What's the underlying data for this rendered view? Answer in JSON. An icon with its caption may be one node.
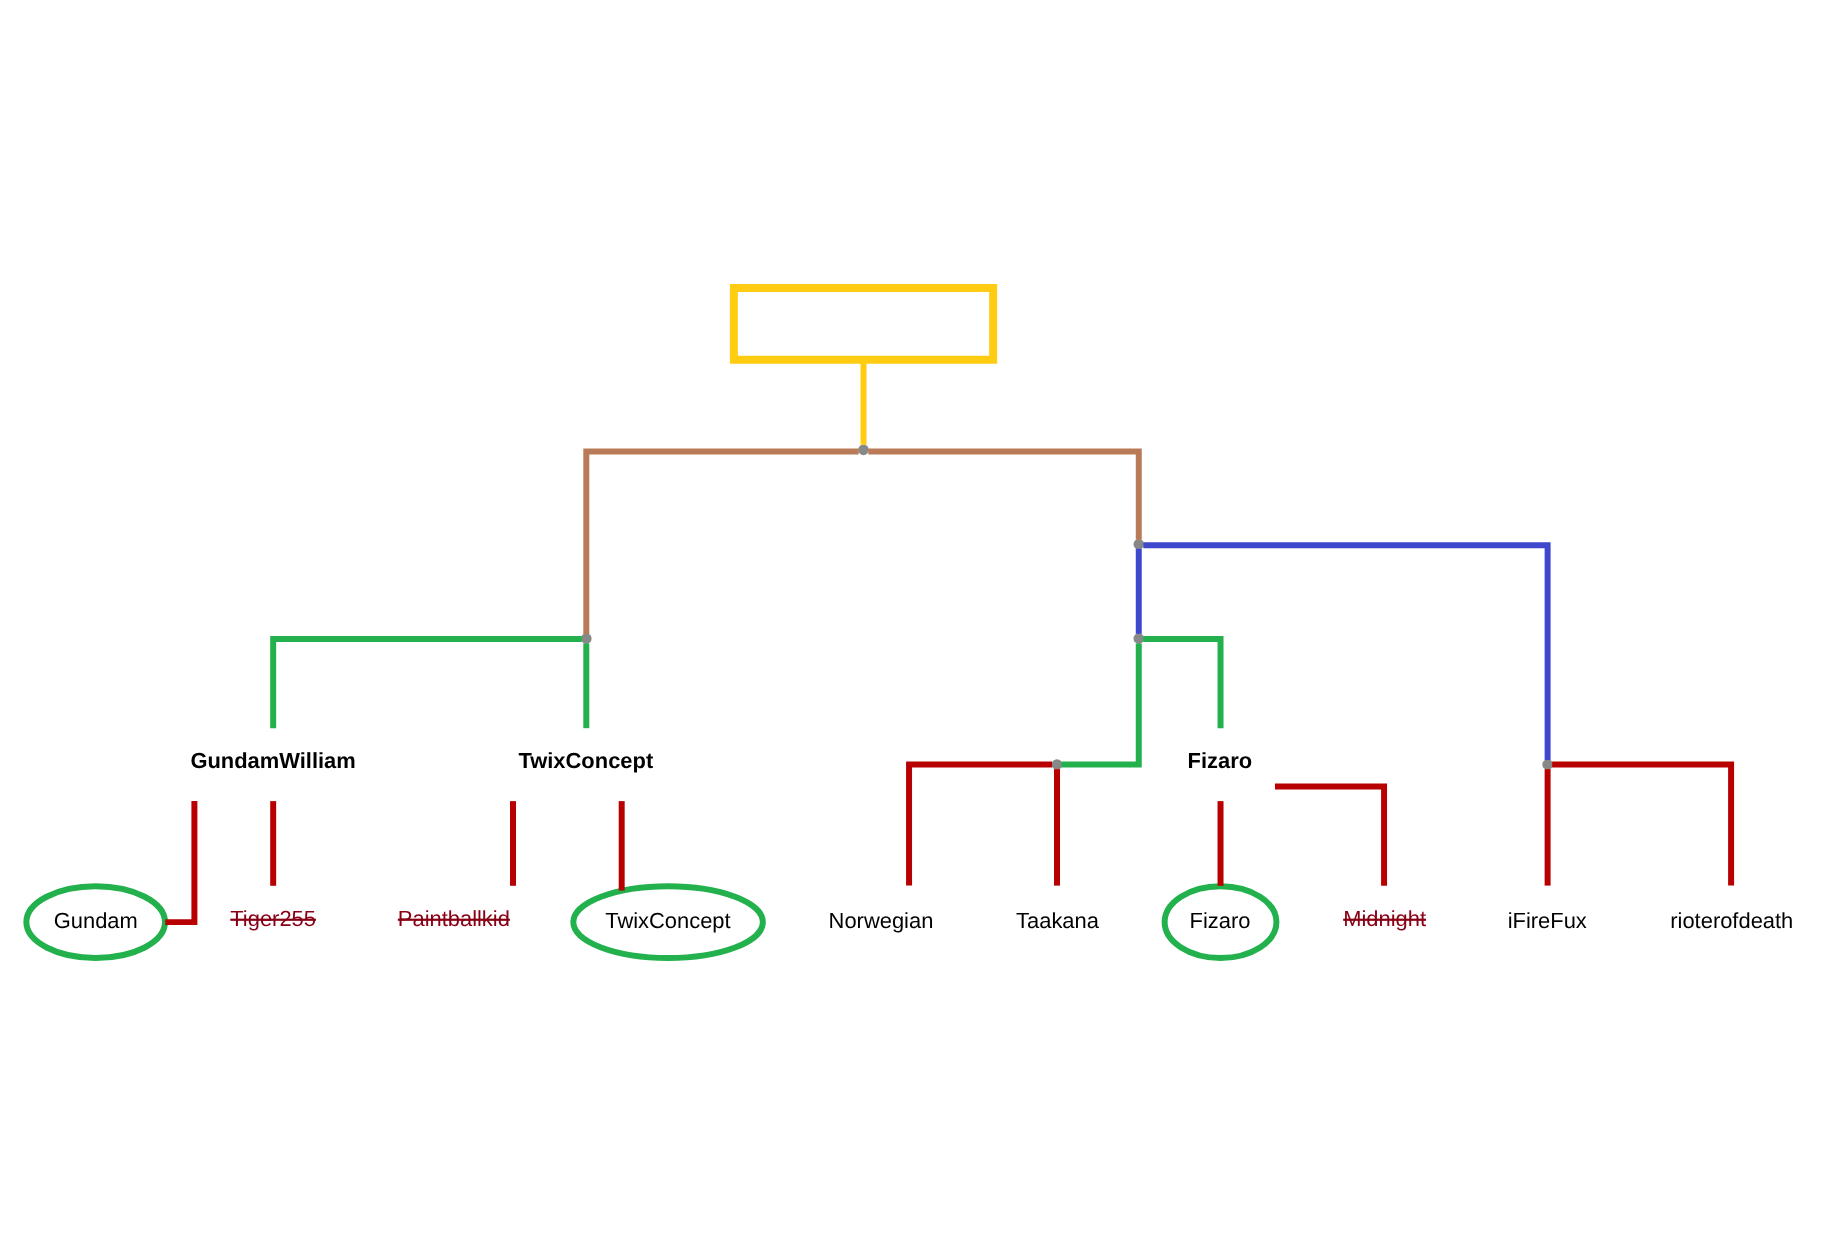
{
  "diagram": {
    "nodes": [
      {
        "text": [],
        "shape": "box"
      },
      {
        "text": [],
        "shape": "point"
      },
      {
        "text": [],
        "shape": "point"
      },
      {
        "text": [],
        "shape": "point"
      },
      {
        "text": [
          "GundamWilliam"
        ]
      },
      {
        "text": [
          "TwixConcept"
        ]
      },
      {
        "text": [],
        "shape": "point"
      },
      {
        "text": [],
        "shape": "point"
      },
      {
        "text": [
          "Fizaro"
        ]
      },
      {
        "text": [],
        "shape": "point"
      },
      {
        "text": [
          "Gundam"
        ]
      },
      {
        "text": [
          "Tiger255"
        ]
      },
      {
        "text": [
          "Paintballkid"
        ]
      },
      {
        "text": [
          "TwixConcept"
        ]
      },
      {
        "text": [
          "Norwegian"
        ]
      },
      {
        "text": [
          "Taakana"
        ]
      },
      {
        "text": [
          "Fizaro"
        ]
      },
      {
        "text": [
          "Midnight"
        ]
      },
      {
        "text": [
          "iFireFux"
        ]
      },
      {
        "text": [
          "rioterofdeath"
        ]
      }
    ],
    "edges": [
      {
        "from": 0,
        "to": 1,
        "arrow": "none",
        "color": "#ffcc11"
      },
      {
        "from": 1,
        "to": 2,
        "arrow": "none",
        "color": "#b97a57"
      },
      {
        "from": 1,
        "to": 3,
        "arrow": "none",
        "color": "#b97a57"
      },
      {
        "from": 2,
        "to": 4,
        "arrow": "none",
        "color": "#22b14c"
      },
      {
        "from": 2,
        "to": 5,
        "arrow": "none",
        "color": "#22b14c"
      },
      {
        "from": 3,
        "to": 6,
        "arrow": "none",
        "color": "#3f48cc"
      },
      {
        "from": 3,
        "to": 9,
        "arrow": "none",
        "color": "#3f48cc"
      },
      {
        "from": 6,
        "to": 7,
        "arrow": "none",
        "color": "#22b14c"
      },
      {
        "from": 6,
        "to": 8,
        "arrow": "none",
        "color": "#22b14c"
      },
      {
        "from": 4,
        "to": 10,
        "arrow": "none"
      },
      {
        "from": 4,
        "to": 11,
        "arrow": "none"
      },
      {
        "from": 5,
        "to": 12,
        "arrow": "none"
      },
      {
        "from": 5,
        "to": 13,
        "arrow": "none"
      },
      {
        "from": 7,
        "to": 14,
        "arrow": "none"
      },
      {
        "from": 7,
        "to": 15,
        "arrow": "none"
      },
      {
        "from": 8,
        "to": 16,
        "arrow": "none"
      },
      {
        "from": 8,
        "to": 17,
        "arrow": "none"
      },
      {
        "from": 9,
        "to": 18,
        "arrow": "none"
      },
      {
        "from": 9,
        "to": 19,
        "arrow": "none"
      }
    ]
  }
}
